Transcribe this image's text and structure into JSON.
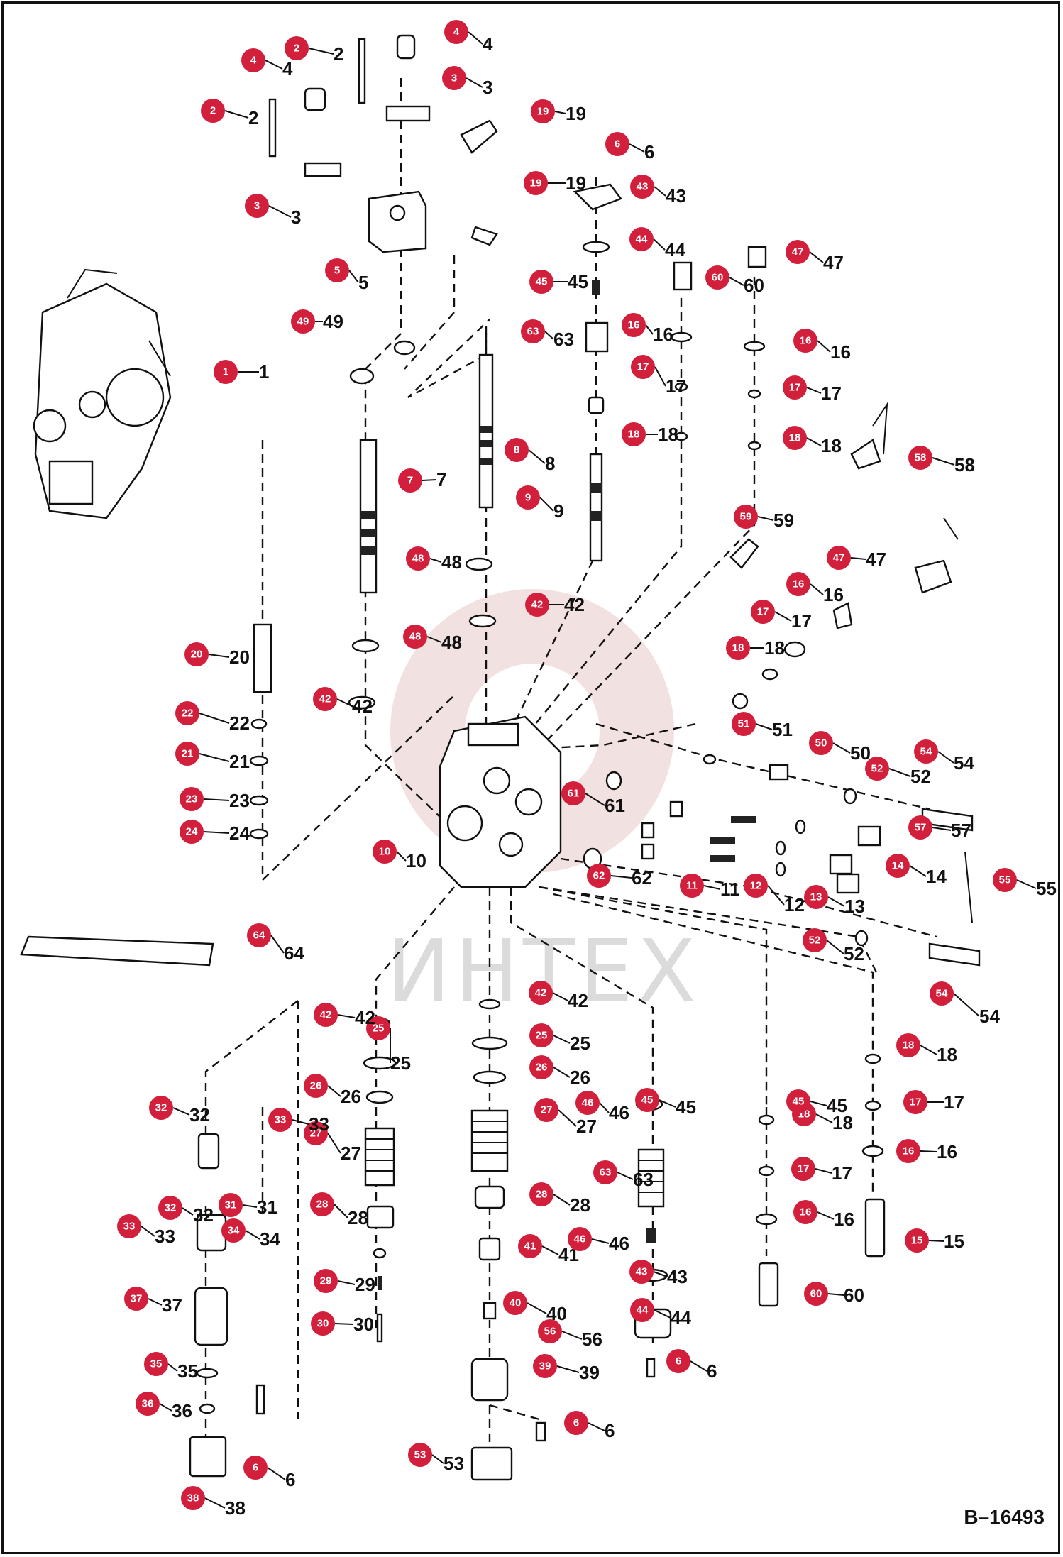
{
  "diagram": {
    "reference_code": "B–16493",
    "watermark": "ИНТЕХ",
    "callouts": [
      "1",
      "2",
      "3",
      "4",
      "5",
      "6",
      "7",
      "8",
      "9",
      "10",
      "11",
      "12",
      "13",
      "14",
      "15",
      "16",
      "17",
      "18",
      "19",
      "20",
      "21",
      "22",
      "23",
      "24",
      "25",
      "26",
      "27",
      "28",
      "29",
      "30",
      "31",
      "32",
      "33",
      "34",
      "35",
      "36",
      "37",
      "38",
      "39",
      "40",
      "41",
      "42",
      "43",
      "44",
      "45",
      "46",
      "47",
      "48",
      "49",
      "50",
      "51",
      "52",
      "53",
      "54",
      "55",
      "56",
      "57",
      "58",
      "59",
      "60",
      "61",
      "62",
      "63",
      "64"
    ]
  }
}
